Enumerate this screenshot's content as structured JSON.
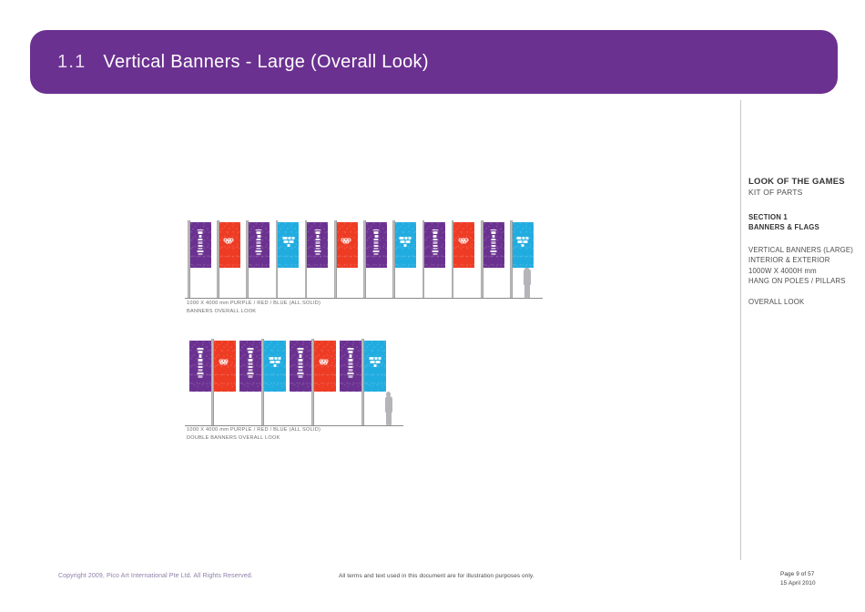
{
  "page": {
    "title_number": "1.1",
    "title_text": "Vertical Banners - Large (Overall Look)",
    "accent_purple": "#6B3190",
    "accent_red": "#EE3B24",
    "accent_blue": "#21ACE0"
  },
  "info_panel": {
    "heading": "LOOK OF THE GAMES",
    "subheading": "KIT OF PARTS",
    "section_label": "SECTION 1",
    "section_name": "BANNERS & FLAGS",
    "spec_lines": "VERTICAL BANNERS (LARGE)\nINTERIOR & EXTERIOR\n1000W X 4000H mm\nHANG ON POLES / PILLARS",
    "note": "OVERALL LOOK"
  },
  "scenes": [
    {
      "id": "single",
      "caption": "1000 X 4000 mm PURPLE / RED / BLUE (ALL SOLID)\nBANNERS OVERALL LOOK",
      "banner_colors": [
        "purple",
        "red",
        "purple",
        "blue",
        "purple",
        "red",
        "purple",
        "blue",
        "purple",
        "red",
        "purple",
        "blue"
      ],
      "banner_count": 12,
      "person_present": true
    },
    {
      "id": "double",
      "caption": "1000 X 4000 mm PURPLE / RED / BLUE (ALL SOLID)\nDOUBLE BANNERS OVERALL LOOK",
      "pairs": [
        [
          "purple",
          "red"
        ],
        [
          "purple",
          "blue"
        ],
        [
          "purple",
          "red"
        ],
        [
          "purple",
          "blue"
        ]
      ],
      "banner_count": 8,
      "person_present": true
    }
  ],
  "footer": {
    "copyright": "Copyright 2009, Pico Art International Pte Ltd. All Rights Reserved.",
    "disclaimer": "All terms and text used in this document are for illustration purposes only.",
    "page_info": "Page 9 of 57\n15 April 2010"
  }
}
